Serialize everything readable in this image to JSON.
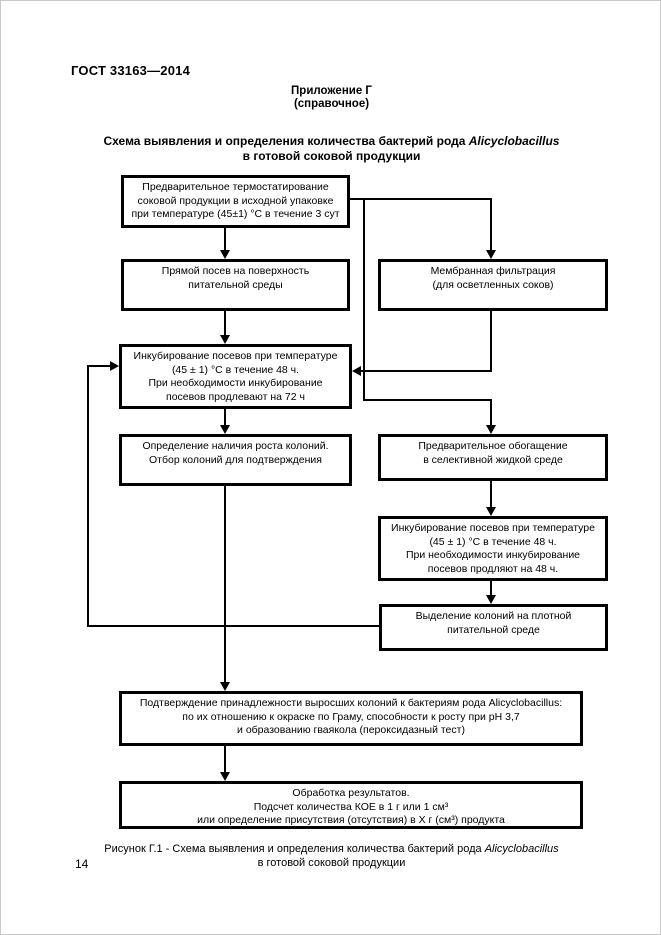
{
  "header": {
    "doc_number": "ГОСТ 33163—2014",
    "appendix": "Приложение Г",
    "appendix_kind": "(справочное)"
  },
  "title": {
    "line1_prefix": "Схема выявления и определения количества бактерий рода ",
    "line1_italic": "Alicyclobacillus",
    "line2": "в готовой соковой продукции"
  },
  "flowchart": {
    "boxes": [
      {
        "id": "thermostating",
        "text": "Предварительное термостатирование\nсоковой продукции в исходной упаковке\nпри температуре (45±1) °С в течение 3 сут"
      },
      {
        "id": "direct-seeding",
        "text": "Прямой посев на поверхность\nпитательной среды"
      },
      {
        "id": "membrane-filtration",
        "text": "Мембранная фильтрация\n(для осветленных соков)"
      },
      {
        "id": "incubation-left",
        "text": "Инкубирование посевов при температуре\n(45 ± 1) °С в течение 48 ч.\nПри необходимости инкубирование\nпосевов продлевают на 72 ч"
      },
      {
        "id": "colony-growth-check",
        "text": "Определение наличия роста колоний.\nОтбор колоний для подтверждения"
      },
      {
        "id": "pre-enrichment",
        "text": "Предварительное обогащение\nв селективной жидкой среде"
      },
      {
        "id": "incubation-right",
        "text": "Инкубирование посевов при температуре\n(45 ± 1) °С в течение 48 ч.\nПри необходимости инкубирование\nпосевов продляют на 48 ч."
      },
      {
        "id": "colony-isolation",
        "text": "Выделение колоний на плотной\nпитательной среде"
      },
      {
        "id": "confirmation",
        "text": "Подтверждение принадлежности выросших колоний к бактериям рода Alicyclobacillus:\nпо их отношению к окраске по Граму, способности к росту при pH 3,7\nи образованию гваякола (пероксидазный тест)"
      },
      {
        "id": "results-processing",
        "text": "Обработка результатов.\nПодсчет количества КОЕ в 1 г или 1 см³\nили определение присутствия (отсутствия) в Х г (см³) продукта"
      }
    ]
  },
  "caption": {
    "line1_prefix": "Рисунок Г.1 - Схема выявления и определения количества бактерий рода ",
    "line1_italic": "Alicyclobacillus",
    "line2": "в готовой соковой продукции"
  },
  "footer": {
    "page_number": "14"
  },
  "colors": {
    "line": "#000000",
    "background": "#ffffff",
    "text": "#000000"
  }
}
